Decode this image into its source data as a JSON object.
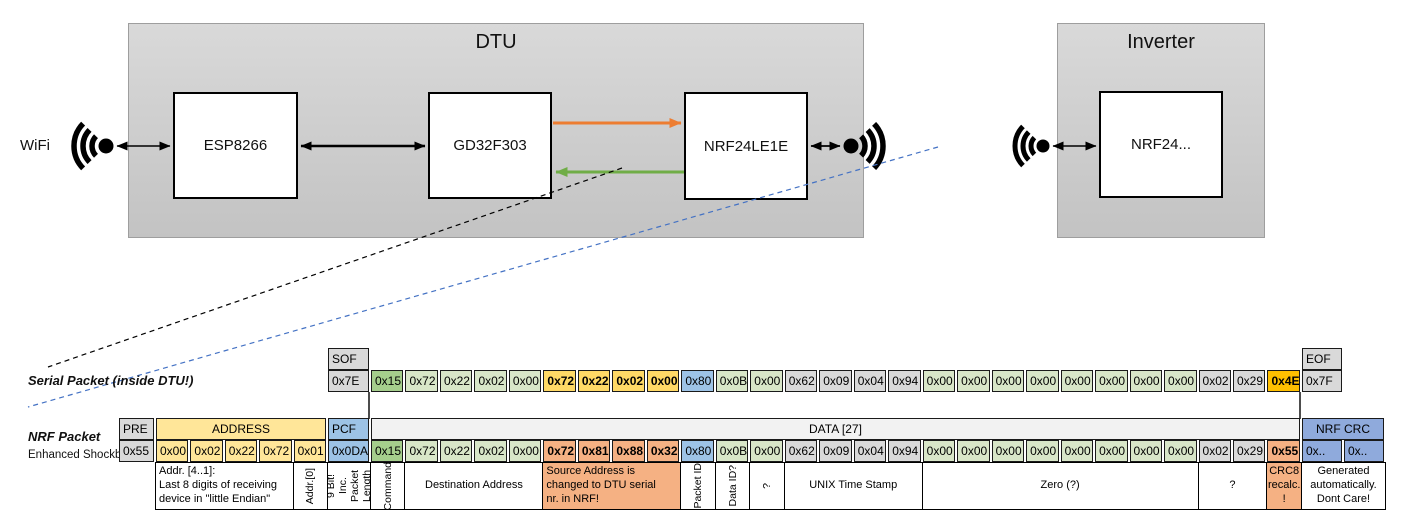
{
  "diagram": {
    "wifi_label": "WiFi",
    "dtu_title": "DTU",
    "esp_label": "ESP8266",
    "gd_label": "GD32F303",
    "nrf_label": "NRF24LE1E",
    "inverter_title": "Inverter",
    "inverter_nrf_label": "NRF24..."
  },
  "serial_packet": {
    "label": "Serial Packet (inside DTU!)",
    "sof": {
      "header": "SOF",
      "value": "0x7E"
    },
    "eof": {
      "header": "EOF",
      "value": "0x7F"
    },
    "bytes": [
      {
        "v": "0x15",
        "c": "gd"
      },
      {
        "v": "0x72",
        "c": "gl"
      },
      {
        "v": "0x22",
        "c": "gl"
      },
      {
        "v": "0x02",
        "c": "gl"
      },
      {
        "v": "0x00",
        "c": "gl"
      },
      {
        "v": "0x72",
        "c": "au b"
      },
      {
        "v": "0x22",
        "c": "au b"
      },
      {
        "v": "0x02",
        "c": "au b"
      },
      {
        "v": "0x00",
        "c": "au b"
      },
      {
        "v": "0x80",
        "c": "bl"
      },
      {
        "v": "0x0B",
        "c": "gl"
      },
      {
        "v": "0x00",
        "c": "gl"
      },
      {
        "v": "0x62",
        "c": "gy"
      },
      {
        "v": "0x09",
        "c": "gy"
      },
      {
        "v": "0x04",
        "c": "gy"
      },
      {
        "v": "0x94",
        "c": "gy"
      },
      {
        "v": "0x00",
        "c": "gl"
      },
      {
        "v": "0x00",
        "c": "gl"
      },
      {
        "v": "0x00",
        "c": "gl"
      },
      {
        "v": "0x00",
        "c": "gl"
      },
      {
        "v": "0x00",
        "c": "gl"
      },
      {
        "v": "0x00",
        "c": "gl"
      },
      {
        "v": "0x00",
        "c": "gl"
      },
      {
        "v": "0x00",
        "c": "gl"
      },
      {
        "v": "0x02",
        "c": "gy"
      },
      {
        "v": "0x29",
        "c": "gy"
      },
      {
        "v": "0x4E",
        "c": "au2 b"
      }
    ]
  },
  "nrf_packet": {
    "label": "NRF Packet",
    "sublabel": "Enhanced Shockburst",
    "pre": {
      "header": "PRE",
      "value": "0x55"
    },
    "address": {
      "header": "ADDRESS",
      "values": [
        "0x00",
        "0x02",
        "0x22",
        "0x72",
        "0x01"
      ]
    },
    "pcf": {
      "header": "PCF",
      "value": "0x0DA"
    },
    "data_header": "DATA [27]",
    "bytes": [
      {
        "v": "0x15",
        "c": "gd"
      },
      {
        "v": "0x72",
        "c": "gl"
      },
      {
        "v": "0x22",
        "c": "gl"
      },
      {
        "v": "0x02",
        "c": "gl"
      },
      {
        "v": "0x00",
        "c": "gl"
      },
      {
        "v": "0x72",
        "c": "sa b"
      },
      {
        "v": "0x81",
        "c": "sa b"
      },
      {
        "v": "0x88",
        "c": "sa b"
      },
      {
        "v": "0x32",
        "c": "sa b"
      },
      {
        "v": "0x80",
        "c": "bl"
      },
      {
        "v": "0x0B",
        "c": "gl"
      },
      {
        "v": "0x00",
        "c": "gl"
      },
      {
        "v": "0x62",
        "c": "gy"
      },
      {
        "v": "0x09",
        "c": "gy"
      },
      {
        "v": "0x04",
        "c": "gy"
      },
      {
        "v": "0x94",
        "c": "gy"
      },
      {
        "v": "0x00",
        "c": "gl"
      },
      {
        "v": "0x00",
        "c": "gl"
      },
      {
        "v": "0x00",
        "c": "gl"
      },
      {
        "v": "0x00",
        "c": "gl"
      },
      {
        "v": "0x00",
        "c": "gl"
      },
      {
        "v": "0x00",
        "c": "gl"
      },
      {
        "v": "0x00",
        "c": "gl"
      },
      {
        "v": "0x00",
        "c": "gl"
      },
      {
        "v": "0x02",
        "c": "gy"
      },
      {
        "v": "0x29",
        "c": "gy"
      },
      {
        "v": "0x55",
        "c": "sa b"
      }
    ],
    "crc": {
      "header": "NRF CRC",
      "values": [
        "0x..",
        "0x.."
      ]
    }
  },
  "annotations": [
    {
      "text": "Addr. [4..1]:\nLast 8 digits of receiving\ndevice in \"little Endian\"",
      "region": "addr",
      "start": 0,
      "span": 4,
      "orient": "h",
      "align": "left",
      "bg": ""
    },
    {
      "text": "Addr.[0]",
      "region": "addr",
      "start": 4,
      "span": 1,
      "orient": "v",
      "bg": ""
    },
    {
      "text": "9 Bit!\nInc. Packet\nLength",
      "region": "pcf",
      "start": 0,
      "span": 1,
      "orient": "v",
      "bg": ""
    },
    {
      "text": "Command",
      "region": "data",
      "start": 0,
      "span": 1,
      "orient": "v",
      "bg": ""
    },
    {
      "text": "Destination Address",
      "region": "data",
      "start": 1,
      "span": 4,
      "orient": "h",
      "bg": ""
    },
    {
      "text": "Source Address is\nchanged to DTU serial\nnr. in NRF!",
      "region": "data",
      "start": 5,
      "span": 4,
      "orient": "h",
      "align": "left",
      "bg": "sa"
    },
    {
      "text": "Packet ID",
      "region": "data",
      "start": 9,
      "span": 1,
      "orient": "v",
      "bg": ""
    },
    {
      "text": "Data ID?",
      "region": "data",
      "start": 10,
      "span": 1,
      "orient": "v",
      "bg": ""
    },
    {
      "text": "?",
      "region": "data",
      "start": 11,
      "span": 1,
      "orient": "v",
      "bg": ""
    },
    {
      "text": "UNIX Time Stamp",
      "region": "data",
      "start": 12,
      "span": 4,
      "orient": "h",
      "bg": ""
    },
    {
      "text": "Zero (?)",
      "region": "data",
      "start": 16,
      "span": 8,
      "orient": "h",
      "bg": ""
    },
    {
      "text": "?",
      "region": "data",
      "start": 24,
      "span": 2,
      "orient": "h",
      "bg": ""
    },
    {
      "text": "CRC8\nrecalc.\n!",
      "region": "data",
      "start": 26,
      "span": 1,
      "orient": "h",
      "bg": "sa"
    },
    {
      "text": "Generated\nautomatically.\nDont Care!",
      "region": "crc",
      "start": 0,
      "span": 2,
      "orient": "h",
      "bg": ""
    }
  ],
  "colors": {
    "green_dark": "#A5CE8C",
    "green_light": "#D8E6C8",
    "gold": "#FFD966",
    "gold_deep": "#FFC000",
    "blue": "#9DC3E6",
    "blue_crc": "#8FAADC",
    "yellow": "#FFE699",
    "salmon": "#F5B183",
    "gray": "#D9D9D9",
    "data_header_gray": "#F2F2F2",
    "orange_arrow": "#ED7D31",
    "green_arrow": "#70AD47",
    "blue_dash": "#4472C4"
  }
}
